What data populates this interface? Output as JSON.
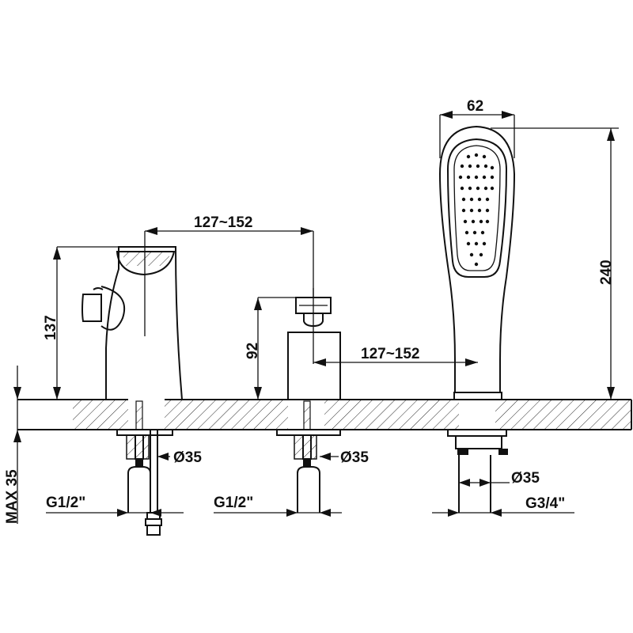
{
  "dimensions": {
    "handshower_width": "62",
    "handshower_height": "240",
    "spacing_top": "127~152",
    "spacing_middle": "127~152",
    "spout_height": "137",
    "handle_height": "92",
    "deck_max": "MAX 35",
    "dia_left": "Ø35",
    "dia_center": "Ø35",
    "dia_right": "Ø35",
    "thread_left": "G1/2\"",
    "thread_center": "G1/2\"",
    "thread_right": "G3/4\""
  },
  "colors": {
    "line": "#111111",
    "background": "#ffffff"
  }
}
